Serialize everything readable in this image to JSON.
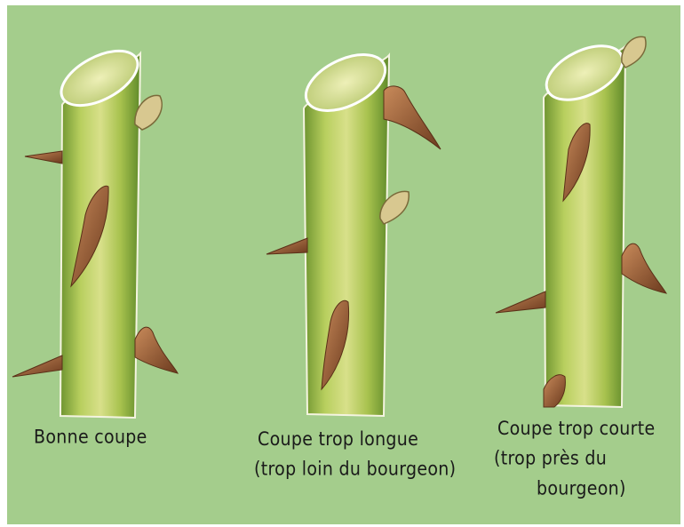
{
  "colors": {
    "background": "#a4cd8c",
    "stem_light": "#d8e08a",
    "stem_mid": "#a8c24e",
    "stem_dark": "#5f8a2a",
    "thorn": "#a0643a",
    "thorn_dark": "#6b3a1e",
    "cut_face": "#e4e8a8"
  },
  "panels": [
    {
      "caption_lines": [
        "Bonne coupe"
      ]
    },
    {
      "caption_lines": [
        "Coupe trop longue",
        "(trop loin du bourgeon)"
      ]
    },
    {
      "caption_lines": [
        "Coupe trop courte",
        "(trop près du",
        "bourgeon)"
      ]
    }
  ]
}
